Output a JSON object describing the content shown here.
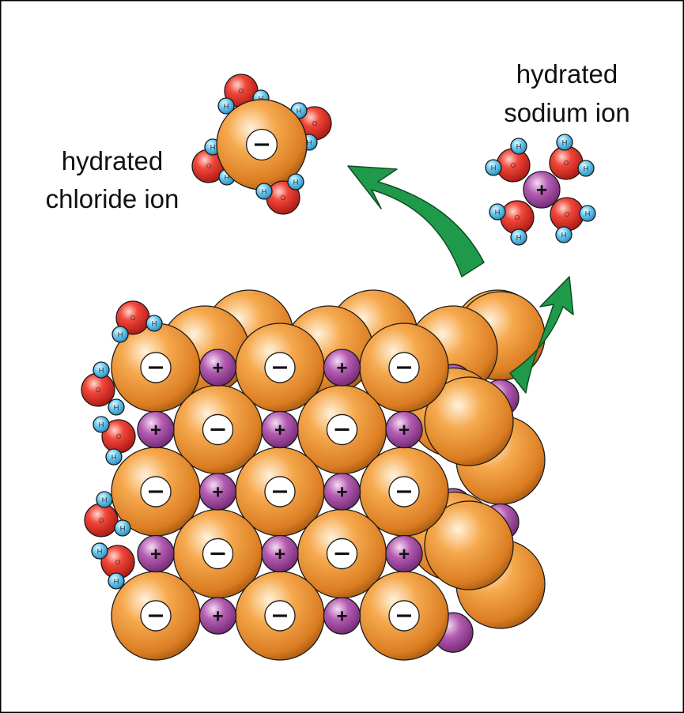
{
  "labels": {
    "chloride": [
      "hydrated",
      "chloride ion"
    ],
    "sodium": [
      "hydrated",
      "sodium ion"
    ]
  },
  "symbols": {
    "anion": "−",
    "cation": "+",
    "hydrogen": "H",
    "oxygen": "O"
  },
  "colors": {
    "chloride": "#e38a2c",
    "sodium": "#9b3f98",
    "oxygen": "#e8261f",
    "hydrogen": "#5ec8f0",
    "arrow": "#1f9a4a",
    "border": "#000000"
  },
  "icons": [
    "curved-arrow-icon"
  ]
}
